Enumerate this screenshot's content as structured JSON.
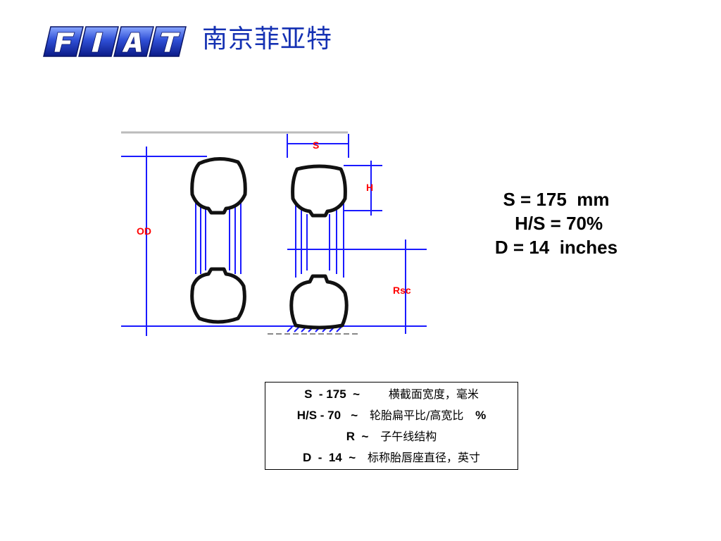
{
  "header": {
    "logo_text": "FIAT",
    "title": "南京菲亚特"
  },
  "diagram": {
    "label_od": "OD",
    "label_s": "S",
    "label_h": "H",
    "label_rsc": "Rsc",
    "line_color": "#1a1aff",
    "label_color": "#ff0000"
  },
  "specs": {
    "s": "S = 175  mm",
    "hs": " H/S = 70%",
    "d": "D = 14  inches"
  },
  "legend": [
    {
      "code": "S  - 175  ~",
      "desc": "横截面宽度，毫米"
    },
    {
      "code": "H/S - 70   ~",
      "desc": "轮胎扁平比/高宽比",
      "suffix": "%"
    },
    {
      "code": "R  ~",
      "desc": "子午线结构"
    },
    {
      "code": "D  -  14  ~",
      "desc": "标称胎唇座直径，英寸"
    }
  ]
}
